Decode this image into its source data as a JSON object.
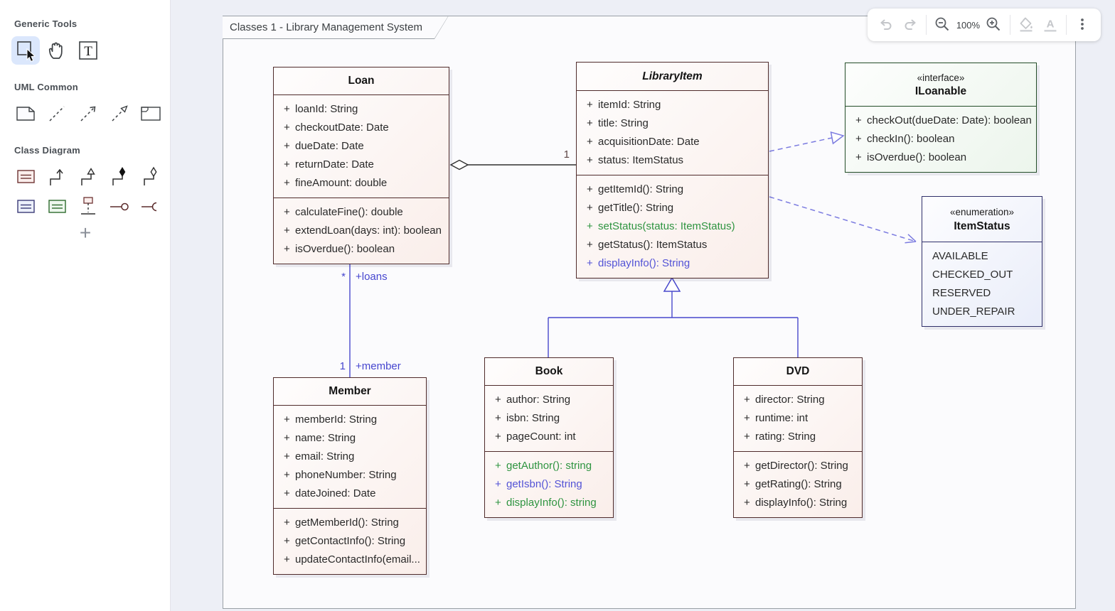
{
  "frame": {
    "title": "Classes 1 - Library Management System"
  },
  "toolbar": {
    "zoom_level": "100%",
    "buttons": [
      "undo",
      "redo",
      "zoom-out",
      "zoom-in",
      "fill-color",
      "font-color",
      "more-options"
    ]
  },
  "sidebar": {
    "sections": {
      "generic": "Generic Tools",
      "uml_common": "UML Common",
      "class_diagram": "Class Diagram"
    },
    "add_button": "+"
  },
  "classes": {
    "loan": {
      "name": "Loan",
      "attributes": [
        {
          "v": "+",
          "t": "loanId: String"
        },
        {
          "v": "+",
          "t": "checkoutDate: Date"
        },
        {
          "v": "+",
          "t": "dueDate: Date"
        },
        {
          "v": "+",
          "t": "returnDate: Date"
        },
        {
          "v": "+",
          "t": "fineAmount: double"
        }
      ],
      "operations": [
        {
          "v": "+",
          "t": "calculateFine(): double"
        },
        {
          "v": "+",
          "t": "extendLoan(days: int): boolean"
        },
        {
          "v": "+",
          "t": "isOverdue(): boolean"
        }
      ]
    },
    "libraryItem": {
      "name": "LibraryItem",
      "attributes": [
        {
          "v": "+",
          "t": "itemId: String"
        },
        {
          "v": "+",
          "t": "title: String"
        },
        {
          "v": "+",
          "t": "acquisitionDate: Date"
        },
        {
          "v": "+",
          "t": "status: ItemStatus"
        }
      ],
      "operations": [
        {
          "v": "+",
          "t": "getItemId(): String"
        },
        {
          "v": "+",
          "t": "getTitle(): String"
        },
        {
          "v": "+",
          "t": "setStatus(status: ItemStatus)",
          "c": "g"
        },
        {
          "v": "+",
          "t": "getStatus(): ItemStatus"
        },
        {
          "v": "+",
          "t": "displayInfo(): String",
          "c": "b"
        }
      ]
    },
    "iloanable": {
      "stereotype": "«interface»",
      "name": "ILoanable",
      "operations": [
        {
          "v": "+",
          "t": "checkOut(dueDate: Date): boolean"
        },
        {
          "v": "+",
          "t": "checkIn(): boolean"
        },
        {
          "v": "+",
          "t": "isOverdue(): boolean"
        }
      ]
    },
    "itemStatus": {
      "stereotype": "«enumeration»",
      "name": "ItemStatus",
      "literals": [
        {
          "t": "AVAILABLE"
        },
        {
          "t": "CHECKED_OUT"
        },
        {
          "t": "RESERVED"
        },
        {
          "t": "UNDER_REPAIR"
        }
      ]
    },
    "member": {
      "name": "Member",
      "attributes": [
        {
          "v": "+",
          "t": "memberId: String"
        },
        {
          "v": "+",
          "t": "name: String"
        },
        {
          "v": "+",
          "t": "email: String"
        },
        {
          "v": "+",
          "t": "phoneNumber: String"
        },
        {
          "v": "+",
          "t": "dateJoined: Date"
        }
      ],
      "operations": [
        {
          "v": "+",
          "t": "getMemberId(): String"
        },
        {
          "v": "+",
          "t": "getContactInfo(): String"
        },
        {
          "v": "+",
          "t": "updateContactInfo(email..."
        }
      ]
    },
    "book": {
      "name": "Book",
      "attributes": [
        {
          "v": "+",
          "t": "author: String"
        },
        {
          "v": "+",
          "t": "isbn: String"
        },
        {
          "v": "+",
          "t": "pageCount: int"
        }
      ],
      "operations": [
        {
          "v": "+",
          "t": "getAuthor(): string",
          "c": "g"
        },
        {
          "v": "+",
          "t": "getIsbn(): String",
          "c": "b"
        },
        {
          "v": "+",
          "t": "displayInfo(): string",
          "c": "g"
        }
      ]
    },
    "dvd": {
      "name": "DVD",
      "attributes": [
        {
          "v": "+",
          "t": "director: String"
        },
        {
          "v": "+",
          "t": "runtime: int"
        },
        {
          "v": "+",
          "t": "rating: String"
        }
      ],
      "operations": [
        {
          "v": "+",
          "t": "getDirector(): String"
        },
        {
          "v": "+",
          "t": "getRating(): String"
        },
        {
          "v": "+",
          "t": "displayInfo(): String"
        }
      ]
    }
  },
  "relationships": {
    "aggregation": {
      "target_multiplicity": "1"
    },
    "member_loans": {
      "loans_multiplicity": "*",
      "loans_role": "+loans",
      "member_multiplicity": "1",
      "member_role": "+member"
    }
  },
  "colors": {
    "class_fill": "#faeeea",
    "class_border": "#4f2b2b",
    "interface_fill": "#ecf5ec",
    "interface_border": "#234d28",
    "enum_fill": "#e9edf9",
    "enum_border": "#30306a",
    "connector_blue": "#4848cc",
    "connector_dashed": "#7b7be0",
    "connector_black": "#2f2f2f",
    "member_green": "#2e9440",
    "member_blue": "#5353d6",
    "selected_tool_bg": "#dbe7fc"
  }
}
